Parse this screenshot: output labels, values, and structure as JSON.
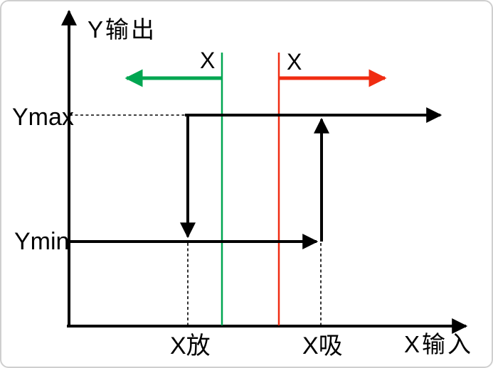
{
  "diagram": {
    "y_axis_title": "Y输出",
    "x_axis_title": "X输入",
    "ymax_label": "Ymax",
    "ymin_label": "Ymin",
    "x_release_label": "X放",
    "x_pickup_label": "X吸",
    "release_sweep_label": "X",
    "pickup_sweep_label": "X"
  },
  "colors": {
    "black": "#000000",
    "green": "#00a651",
    "red": "#f02c12"
  }
}
